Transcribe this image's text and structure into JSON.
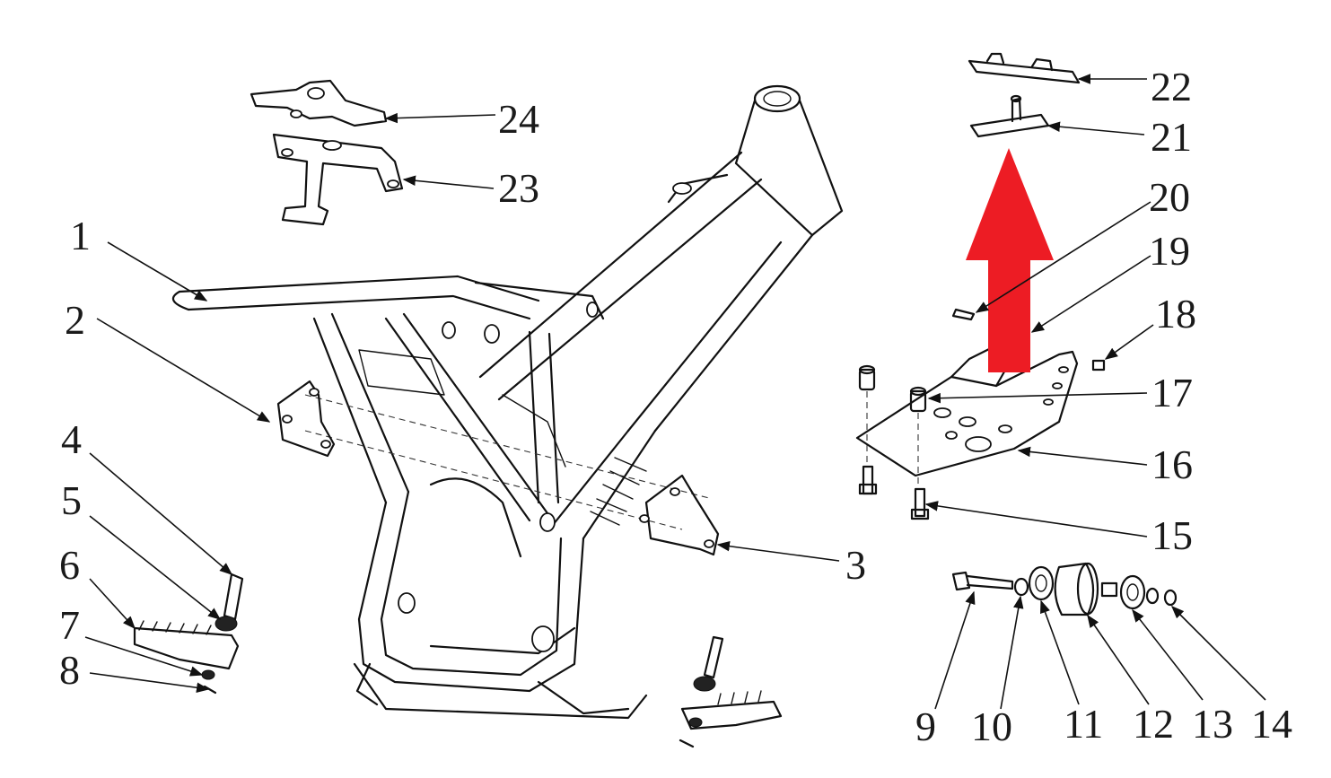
{
  "diagram": {
    "callouts": {
      "c1": "1",
      "c2": "2",
      "c3": "3",
      "c4": "4",
      "c5": "5",
      "c6": "6",
      "c7": "7",
      "c8": "8",
      "c9": "9",
      "c10": "10",
      "c11": "11",
      "c12": "12",
      "c13": "13",
      "c14": "14",
      "c15": "15",
      "c16": "16",
      "c17": "17",
      "c18": "18",
      "c19": "19",
      "c20": "20",
      "c21": "21",
      "c22": "22",
      "c23": "23",
      "c24": "24"
    },
    "colors": {
      "line": "#111111",
      "background": "#ffffff",
      "arrow": "#ed1c24"
    },
    "icons": [
      "red-up-arrow-icon"
    ]
  }
}
